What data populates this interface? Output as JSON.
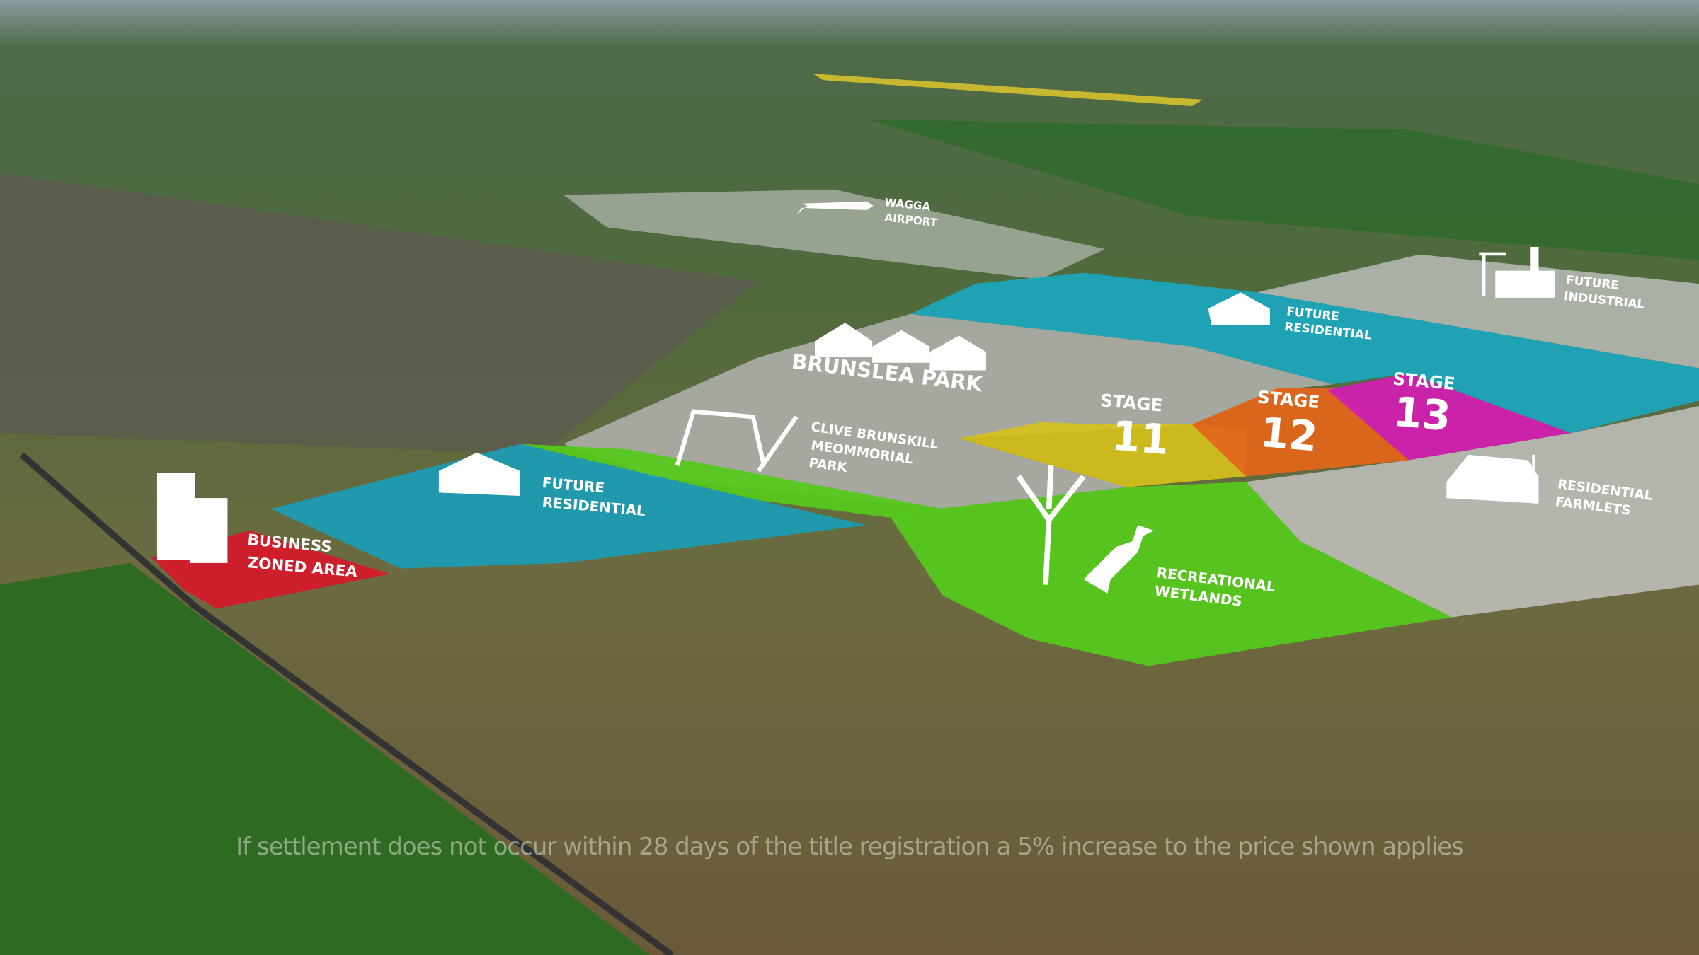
{
  "zones": {
    "airport": {
      "line1": "WAGGA",
      "line2": "AIRPORT"
    },
    "future_industrial": {
      "line1": "FUTURE",
      "line2": "INDUSTRIAL"
    },
    "future_residential_north": {
      "line1": "FUTURE",
      "line2": "RESIDENTIAL"
    },
    "brunslea_park": {
      "name": "BRUNSLEA PARK"
    },
    "stage_11": {
      "label": "STAGE",
      "number": "11"
    },
    "stage_12": {
      "label": "STAGE",
      "number": "12"
    },
    "stage_13": {
      "label": "STAGE",
      "number": "13"
    },
    "clive_park": {
      "line1": "CLIVE BRUNSKILL",
      "line2": "MEOMMORIAL",
      "line3": "PARK"
    },
    "residential_farmlets": {
      "line1": "RESIDENTIAL",
      "line2": "FARMLETS"
    },
    "future_residential_west": {
      "line1": "FUTURE",
      "line2": "RESIDENTIAL"
    },
    "business": {
      "line1": "BUSINESS",
      "line2": "ZONED AREA"
    },
    "wetlands": {
      "line1": "RECREATIONAL",
      "line2": "WETLANDS"
    }
  },
  "colors": {
    "blue": "#1a9fb8",
    "yellow": "#d8c21a",
    "orange": "#e0661a",
    "magenta": "#d020b0",
    "green": "#55c81e",
    "red": "#d21a2a",
    "grey": "#c8c8c8"
  },
  "disclaimer": "If settlement does not occur within 28 days of the title registration a 5% increase to the price shown applies"
}
